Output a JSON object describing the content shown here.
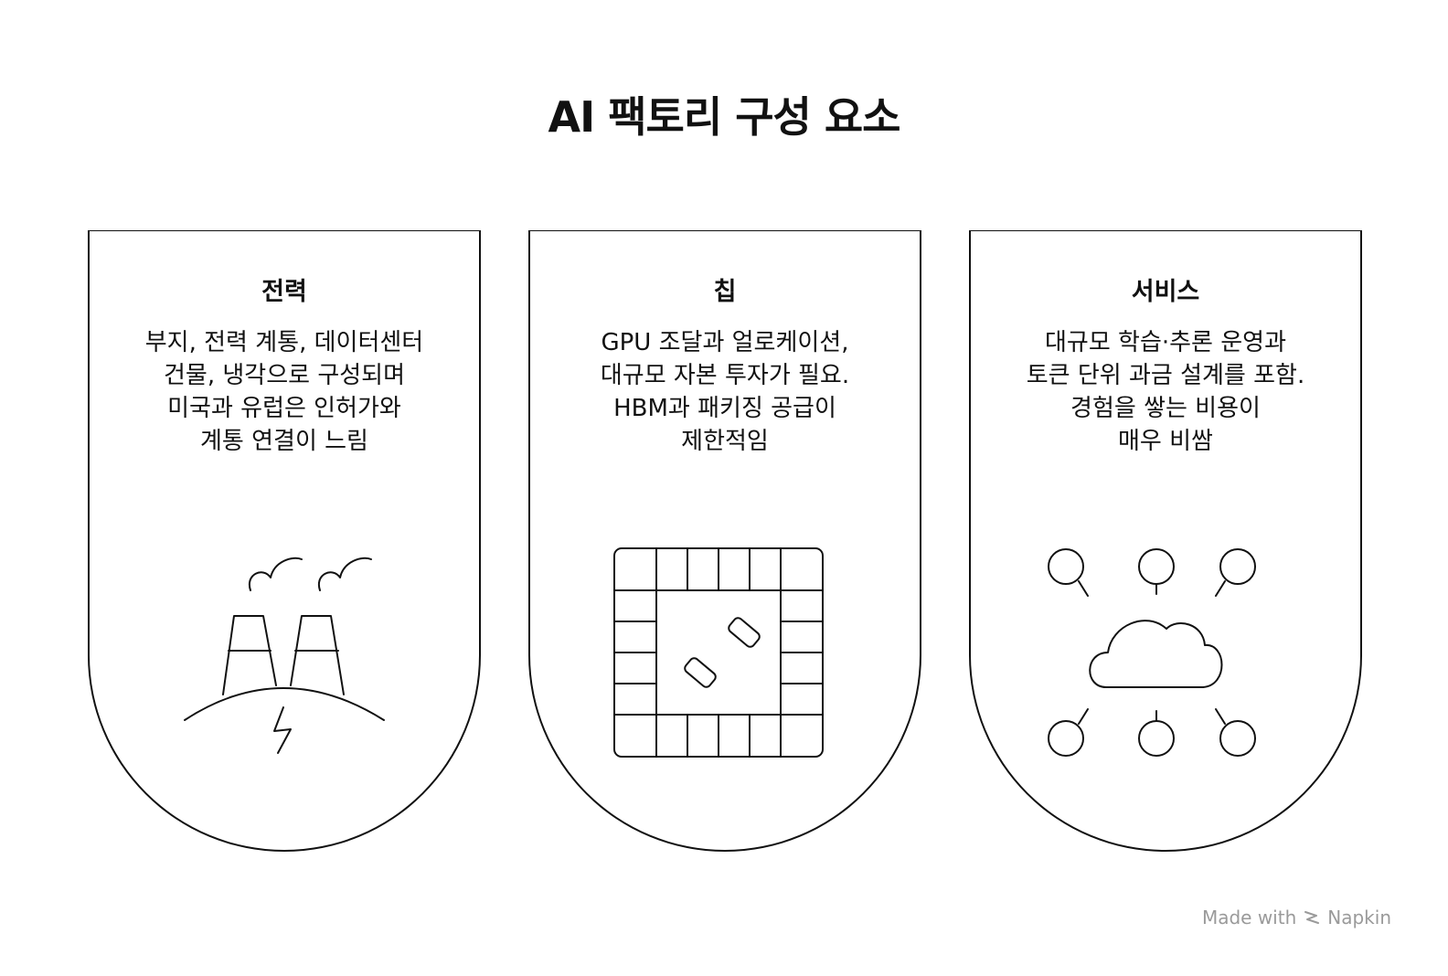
{
  "title": "AI 팩토리 구성 요소",
  "cards": [
    {
      "title": "전력",
      "lines": [
        "부지, 전력 계통, 데이터센터",
        "건물, 냉각으로 구성되며",
        "미국과 유럽은 인허가와",
        "계통 연결이 느림"
      ],
      "icon": "power-plant-icon"
    },
    {
      "title": "칩",
      "lines": [
        "GPU 조달과 얼로케이션,",
        "대규모 자본 투자가 필요.",
        "HBM과 패키징 공급이",
        "제한적임"
      ],
      "icon": "chip-icon"
    },
    {
      "title": "서비스",
      "lines": [
        "대규모 학습·추론 운영과",
        "토큰 단위 과금 설계를 포함.",
        "경험을 쌓는 비용이",
        "매우 비쌈"
      ],
      "icon": "cloud-network-icon"
    }
  ],
  "watermark": {
    "made_with": "Made with",
    "brand": "Napkin",
    "icon": "napkin-logo-icon"
  },
  "colors": {
    "stroke": "#111111",
    "background": "#ffffff",
    "watermark": "#9a9a9a"
  }
}
